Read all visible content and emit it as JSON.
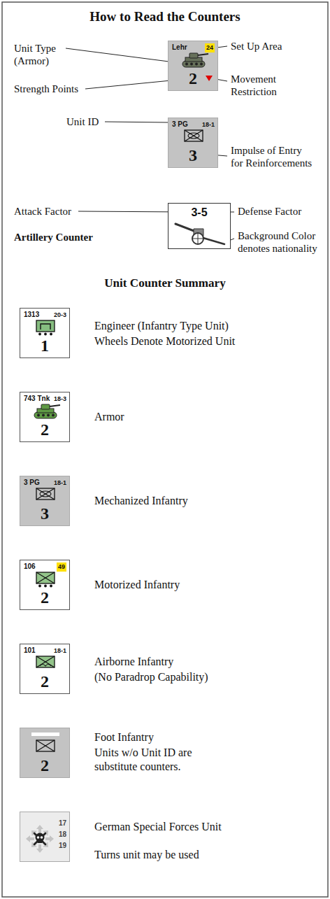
{
  "diagram": {
    "title": "How to Read the Counters",
    "nodes": [
      {
        "text": [
          "Lehr",
          "24",
          "2"
        ]
      },
      {
        "text": [
          "3 PG",
          "18-1",
          "3"
        ]
      },
      {
        "text": [
          "3-5"
        ]
      },
      {
        "text": [
          "1313",
          "20-3",
          "1"
        ]
      },
      {
        "text": [
          "743 Tnk",
          "18-3",
          "2"
        ]
      },
      {
        "text": [
          "3 PG",
          "18-1",
          "3"
        ]
      },
      {
        "text": [
          "106",
          "49",
          "2"
        ]
      },
      {
        "text": [
          "101",
          "18-1",
          "2"
        ]
      },
      {
        "text": [
          "2"
        ]
      },
      {
        "text": [
          "17",
          "18",
          "19"
        ]
      }
    ],
    "labels": [
      "Unit Type (Armor)",
      "Set Up Area",
      "Strength Points",
      "Movement Restriction",
      "Unit ID",
      "Impulse of Entry for Reinforcements",
      "Attack Factor",
      "Defense Factor",
      "Artillery Counter",
      "Background Color denotes nationality",
      "Unit Counter Summary",
      "Engineer (Infantry Type Unit)",
      "Wheels Denote Motorized Unit",
      "Armor",
      "Mechanized Infantry",
      "Motorized Infantry",
      "Airborne Infantry",
      "(No Paradrop Capability)",
      "Foot Infantry",
      "Units w/o Unit ID are substitute counters.",
      "German Special Forces Unit",
      "Turns unit may be used"
    ]
  }
}
